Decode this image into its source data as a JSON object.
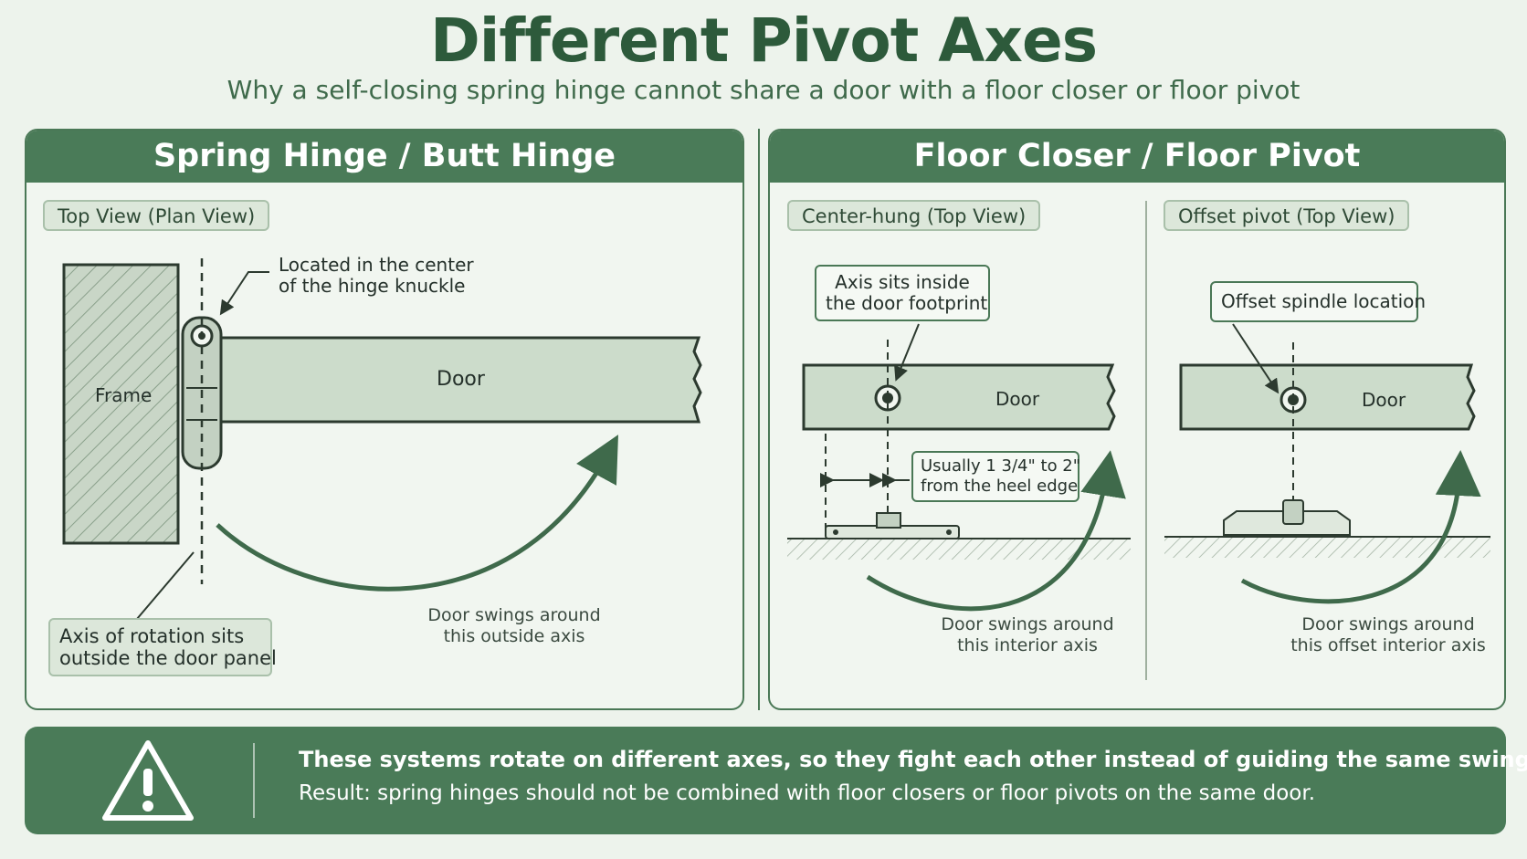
{
  "header": {
    "title": "Different Pivot Axes",
    "subtitle": "Why a self-closing spring hinge cannot share a door with a floor closer or floor pivot"
  },
  "left_panel": {
    "heading": "Spring Hinge / Butt Hinge",
    "view_tag": "Top View (Plan View)",
    "frame_label": "Frame",
    "door_label": "Door",
    "knuckle_note_line1": "Located in the center",
    "knuckle_note_line2": "of the hinge knuckle",
    "axis_callout_line1": "Axis of rotation sits",
    "axis_callout_line2": "outside the door panel",
    "swing_note_line1": "Door swings around",
    "swing_note_line2": "this outside axis"
  },
  "right_panel": {
    "heading": "Floor Closer / Floor Pivot",
    "center_hung": {
      "view_tag": "Center-hung (Top View)",
      "axis_callout_line1": "Axis sits inside",
      "axis_callout_line2": "the door footprint",
      "door_label": "Door",
      "distance_line1": "Usually 1 3/4\" to 2\"",
      "distance_line2": "from the heel edge",
      "swing_note_line1": "Door swings around",
      "swing_note_line2": "this interior axis"
    },
    "offset": {
      "view_tag": "Offset pivot (Top View)",
      "spindle_callout": "Offset spindle location",
      "door_label": "Door",
      "swing_note_line1": "Door swings around",
      "swing_note_line2": "this offset interior axis"
    }
  },
  "footer": {
    "warning_icon": "warning-triangle-icon",
    "line1": "These systems rotate on different axes, so they fight each other instead of guiding the same swing path.",
    "line2": "Result: spring hinges should not be combined with floor closers or floor pivots on the same door."
  },
  "colors": {
    "accent": "#4a7b58",
    "title": "#2d5a3b",
    "background": "#edf3ec",
    "door_fill": "#ccdccb"
  }
}
